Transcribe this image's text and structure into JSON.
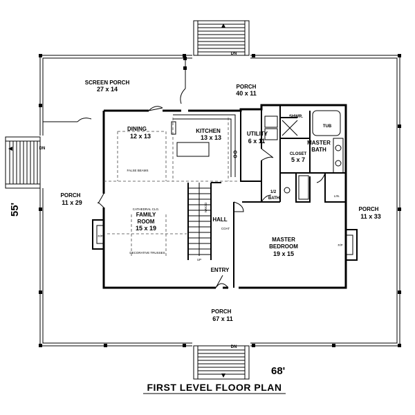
{
  "title": "FIRST LEVEL FLOOR PLAN",
  "overall_dimensions": {
    "width": "68'",
    "depth": "55'"
  },
  "rooms": {
    "screen_porch": {
      "name": "SCREEN PORCH",
      "size": "27 x 14"
    },
    "porch_top": {
      "name": "PORCH",
      "size": "40 x 11"
    },
    "dining": {
      "name": "DINING",
      "size": "12 x 13"
    },
    "kitchen": {
      "name": "KITCHEN",
      "size": "13 x 13"
    },
    "utility": {
      "name": "UTILITY",
      "size": "6 x 11"
    },
    "closet": {
      "name": "CLOSET",
      "size": "5 x 7"
    },
    "master_bath": {
      "name": "MASTER",
      "name2": "BATH"
    },
    "shwr": {
      "name": "SHWR."
    },
    "tub": {
      "name": "TUB"
    },
    "half_bath": {
      "name": "1/2",
      "name2": "BATH"
    },
    "lin": {
      "name": "LIN."
    },
    "porch_left": {
      "name": "PORCH",
      "size": "11 x 29"
    },
    "family_room": {
      "name": "FAMILY",
      "name2": "ROOM",
      "size": "15 x 19",
      "note": "CATHEDRAL CLG."
    },
    "hall": {
      "name": "HALL"
    },
    "master_bedroom": {
      "name": "MASTER",
      "name2": "BEDROOM",
      "size": "19 x 15"
    },
    "porch_right": {
      "name": "PORCH",
      "size": "11 x 33"
    },
    "entry": {
      "name": "ENTRY"
    },
    "porch_bottom": {
      "name": "PORCH",
      "size": "67 x 11"
    }
  },
  "notes": {
    "false_beams": "FALSE BEAMS",
    "decorative_trusses": "DECORATIVE TRUSSES",
    "fp_left": "F/P",
    "fp_right": "F/P",
    "stairs_down": "DOWN",
    "stairs_up": "UP",
    "coat": "COAT",
    "dn_top": "DN",
    "dn_left": "DN",
    "dn_bottom": "DN"
  }
}
